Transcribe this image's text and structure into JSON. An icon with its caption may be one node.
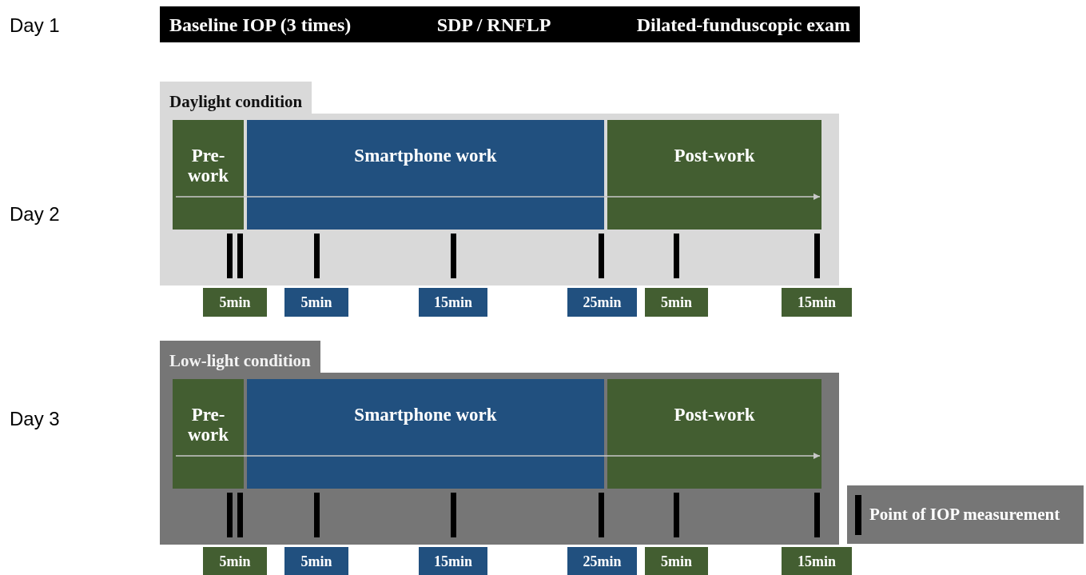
{
  "diagram": {
    "nodes": [
      {
        "text": [
          "Baseline IOP (3 times)",
          "SDP / RNFLP",
          "Dilated-funduscopic exam"
        ]
      },
      {
        "text": [
          "Daylight condition"
        ]
      },
      {
        "text": [
          "Pre-work"
        ],
        "in": 1
      },
      {
        "text": [
          "Smartphone work"
        ],
        "in": 1
      },
      {
        "text": [
          "Post-work"
        ],
        "in": 1
      },
      {
        "text": [
          "5min"
        ]
      },
      {
        "text": [
          "5min"
        ]
      },
      {
        "text": [
          "15min"
        ]
      },
      {
        "text": [
          "25min"
        ]
      },
      {
        "text": [
          "5min"
        ]
      },
      {
        "text": [
          "15min"
        ]
      },
      {
        "text": [
          "Low-light condition"
        ]
      },
      {
        "text": [
          "Pre-work"
        ],
        "in": 11
      },
      {
        "text": [
          "Smartphone work"
        ],
        "in": 11
      },
      {
        "text": [
          "Post-work"
        ],
        "in": 11
      },
      {
        "text": [
          "5min"
        ]
      },
      {
        "text": [
          "5min"
        ]
      },
      {
        "text": [
          "15min"
        ]
      },
      {
        "text": [
          "25min"
        ]
      },
      {
        "text": [
          "5min"
        ]
      },
      {
        "text": [
          "15min"
        ]
      }
    ],
    "edges": [
      {
        "from": 2,
        "to": 3,
        "arrow": "none"
      },
      {
        "from": 3,
        "to": 4,
        "arrow": "to"
      },
      {
        "from": 12,
        "to": 13,
        "arrow": "none"
      },
      {
        "from": 13,
        "to": 14,
        "arrow": "to"
      }
    ],
    "labels": [
      "Day 1",
      "Day 2",
      "Day 3"
    ],
    "legend": [
      {
        "text": "Point of IOP measurement"
      }
    ]
  }
}
